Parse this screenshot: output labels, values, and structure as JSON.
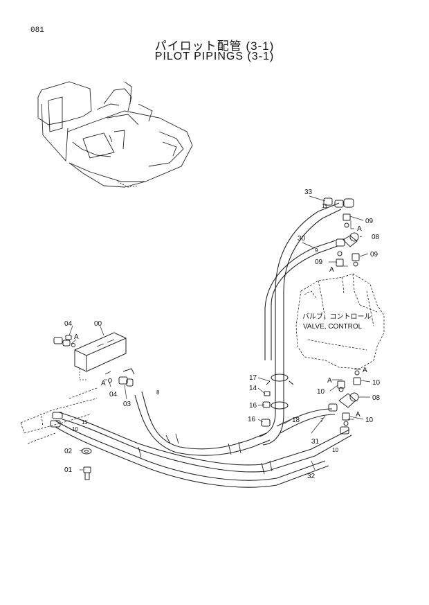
{
  "page_number": "081",
  "title_jp": "パイロット配管 (3-1)",
  "title_en": "PILOT PIPINGS (3-1)",
  "valve_label_jp": "バルブ，コントロール",
  "valve_label_en": "VALVE, CONTROL",
  "part_labels": {
    "p00": "00",
    "p01": "01",
    "p02": "02",
    "p03": "03",
    "p04a": "04",
    "p04b": "04",
    "p08a": "08",
    "p08b": "08",
    "p09a": "09",
    "p09b": "09",
    "p09c": "09",
    "p10a": "10",
    "p10b": "10",
    "p10c": "10",
    "p14": "14",
    "p16a": "16",
    "p16b": "16",
    "p17": "17",
    "p18": "18",
    "p30": "30",
    "p31": "31",
    "p32": "32",
    "p33": "33"
  },
  "marker_A": "A",
  "hose_marks": {
    "h10": "10",
    "h11": "11",
    "h7": "7",
    "h8": "8",
    "h9": "9",
    "h10b": "10",
    "h11b": "11"
  }
}
